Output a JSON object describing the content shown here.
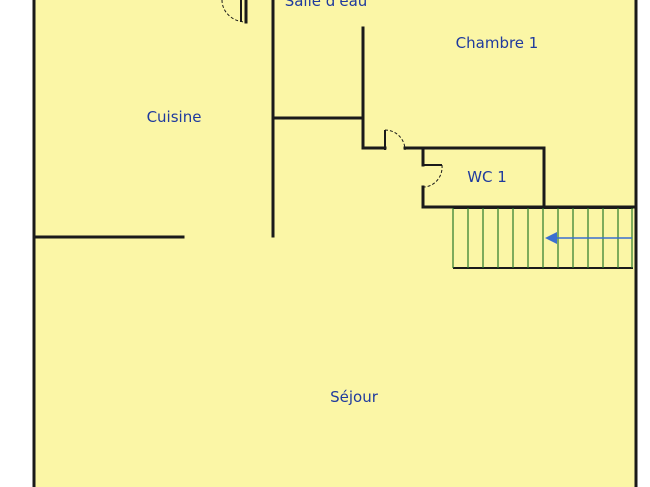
{
  "colors": {
    "floor": "#fbf6a6",
    "wall": "#1a1a1a",
    "label": "#1f3a9e",
    "stair": "#2a7a2a",
    "arrow": "#3b6fd1"
  },
  "rooms": {
    "salle_d_eau": "Salle d'eau",
    "chambre_1": "Chambre 1",
    "cuisine": "Cuisine",
    "wc_1": "WC 1",
    "sejour": "Séjour"
  },
  "stair": {
    "direction": "left",
    "icon": "arrow-left-icon"
  }
}
